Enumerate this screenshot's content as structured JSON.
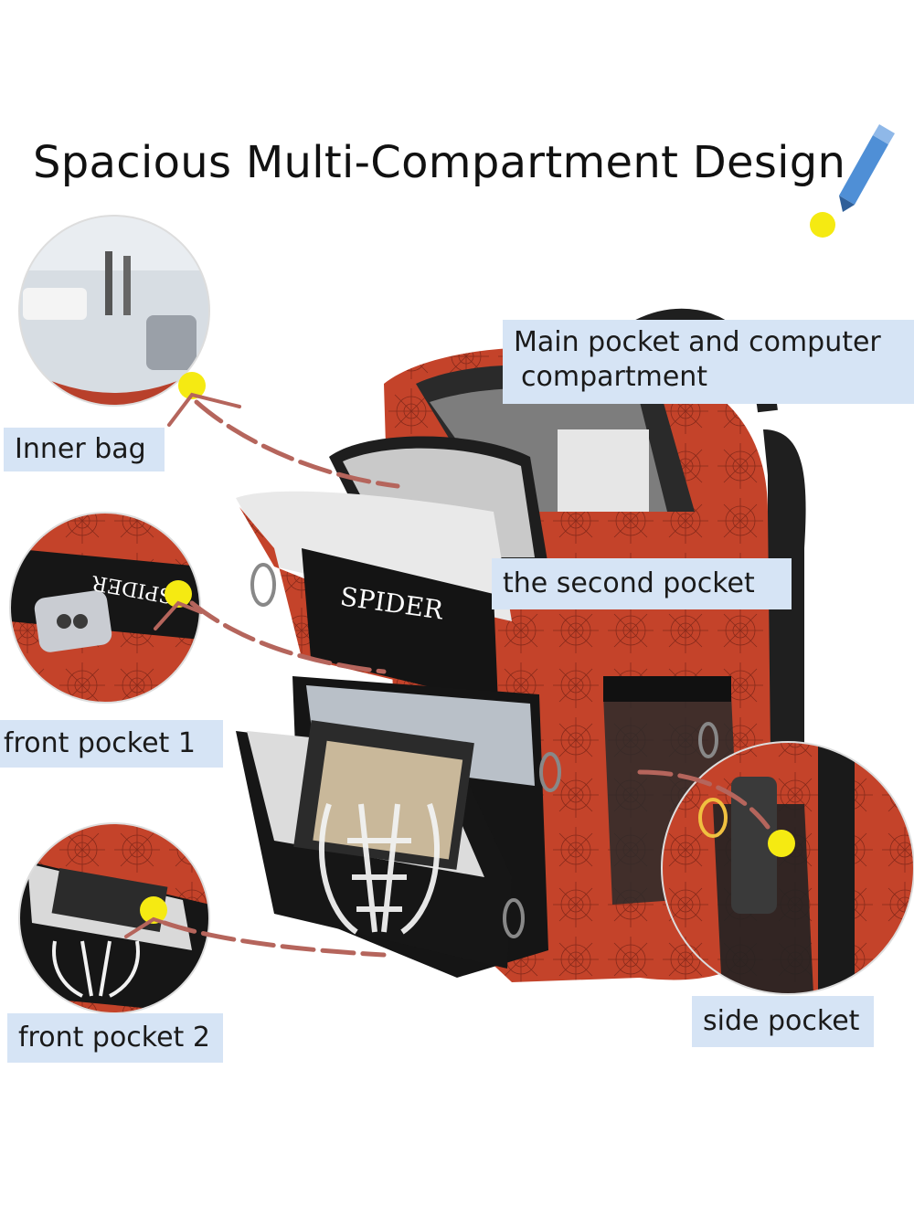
{
  "title": "Spacious Multi-Compartment Design",
  "labels": {
    "main_pocket_line1": "Main pocket and computer",
    "main_pocket_line2": "compartment",
    "inner_bag": "Inner bag",
    "second_pocket": "the second pocket",
    "front_pocket_1": "front pocket 1",
    "front_pocket_2": "front pocket 2",
    "side_pocket": "side pocket"
  },
  "brand_text": "SPIDER",
  "colors": {
    "backpack_red": "#c4432a",
    "backpack_black": "#1a1a1a",
    "label_bg": "#d6e4f5",
    "marker_yellow": "#f5ea12",
    "arrow": "#b5655c",
    "highlighter_blue": "#4f8fd6"
  }
}
